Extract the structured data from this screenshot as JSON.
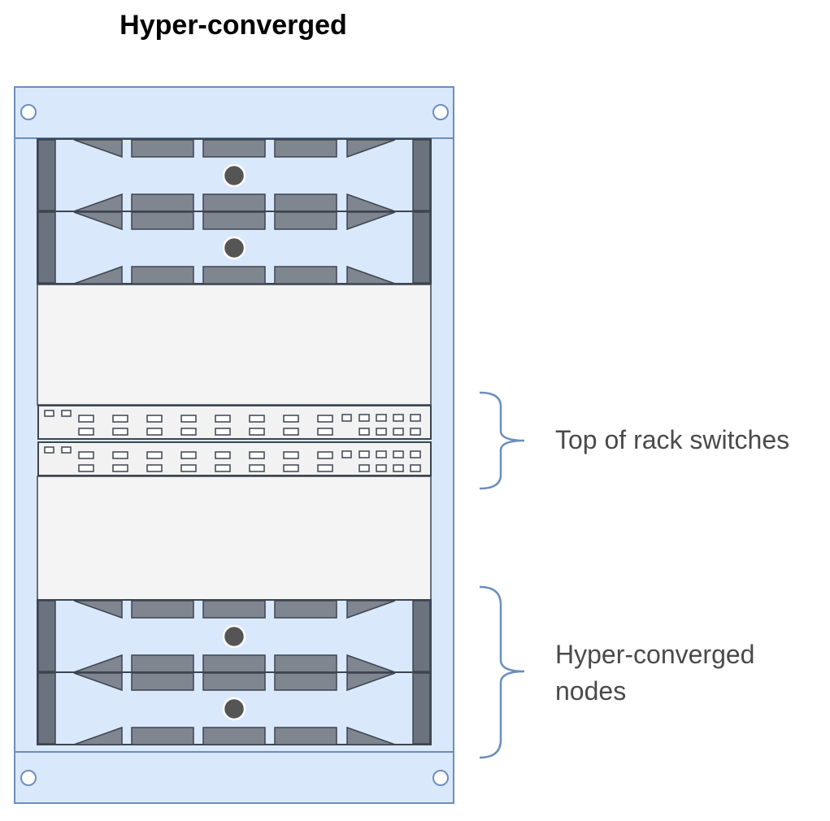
{
  "title": "Hyper-converged",
  "labels": {
    "switches": "Top of rack switches",
    "nodes_line1": "Hyper-converged",
    "nodes_line2": "nodes"
  },
  "colors": {
    "rack_fill": "#dae8fc",
    "rack_stroke": "#6c8ebf",
    "server_fill": "#dae8fc",
    "server_dark": "#6b737e",
    "server_bay": "#7f8690",
    "server_outline": "#3d4550",
    "empty_fill": "#f4f4f4",
    "switch_fill": "#f2f2f2",
    "switch_stroke": "#3d4550",
    "brace": "#6c8ebf",
    "label": "#4a4a4a"
  },
  "rack": {
    "server_units": [
      {
        "group": "top",
        "name": "server-top-1"
      },
      {
        "group": "top",
        "name": "server-top-2"
      },
      {
        "group": "bottom",
        "name": "server-bottom-1"
      },
      {
        "group": "bottom",
        "name": "server-bottom-2"
      }
    ],
    "switch_units": [
      {
        "name": "switch-1"
      },
      {
        "name": "switch-2"
      }
    ]
  }
}
